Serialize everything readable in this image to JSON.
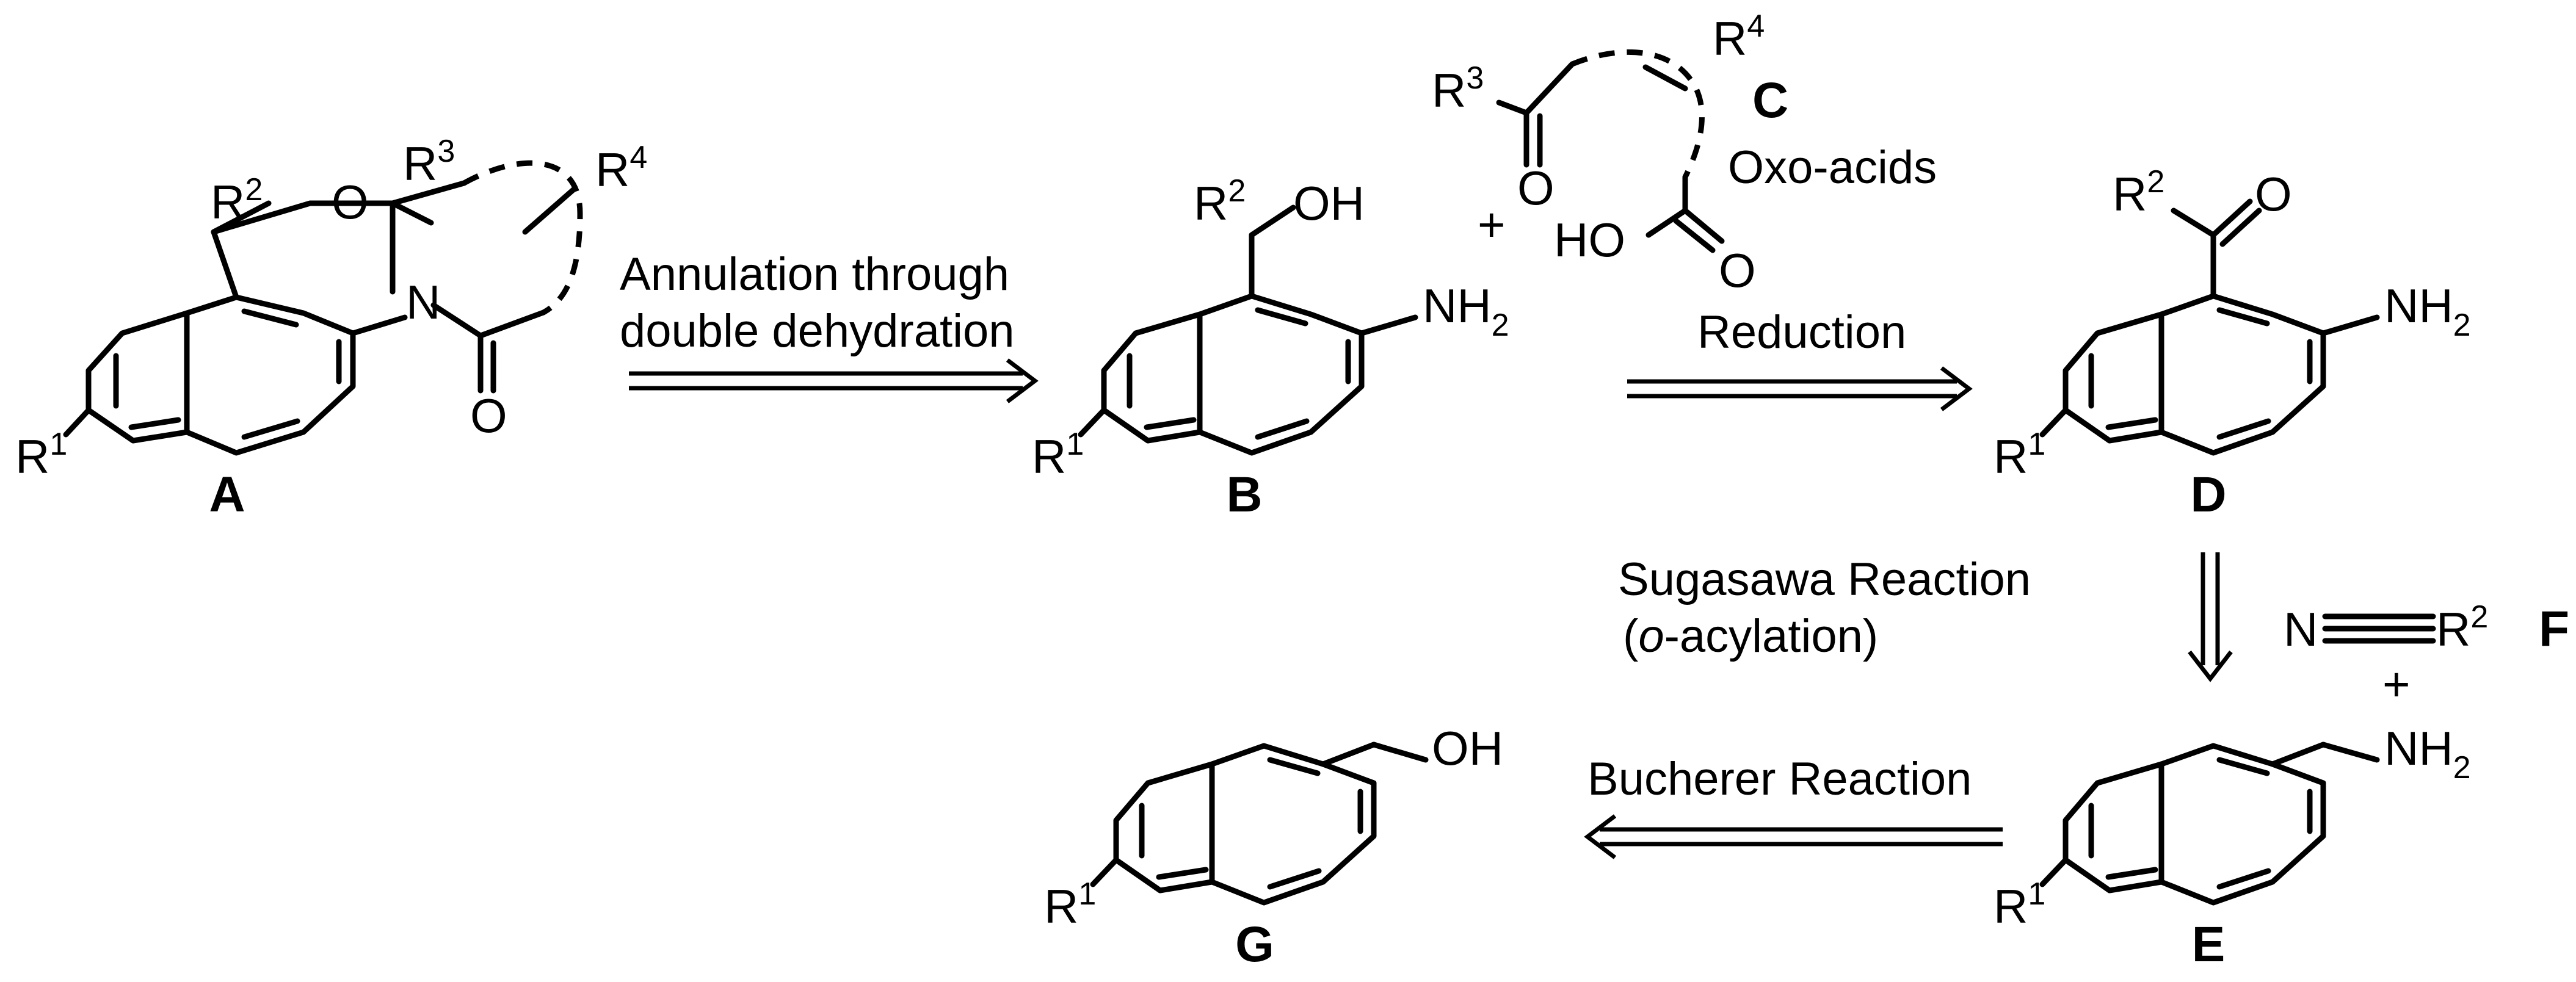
{
  "compounds": {
    "A": {
      "label": "A",
      "R1": "R",
      "R1_sup": "1",
      "R2": "R",
      "R2_sup": "2",
      "R3": "R",
      "R3_sup": "3",
      "R4": "R",
      "R4_sup": "4",
      "O_ring": "O",
      "N": "N",
      "O_carbonyl": "O"
    },
    "B": {
      "label": "B",
      "R1": "R",
      "R1_sup": "1",
      "R2": "R",
      "R2_sup": "2",
      "OH": "OH",
      "NH2": "NH",
      "NH2_sub": "2"
    },
    "C": {
      "label": "C",
      "name": "Oxo-acids",
      "R3": "R",
      "R3_sup": "3",
      "R4": "R",
      "R4_sup": "4",
      "O_keto": "O",
      "HO": "HO",
      "O_acid": "O"
    },
    "D": {
      "label": "D",
      "R1": "R",
      "R1_sup": "1",
      "R2": "R",
      "R2_sup": "2",
      "O": "O",
      "NH2": "NH",
      "NH2_sub": "2"
    },
    "E": {
      "label": "E",
      "R1": "R",
      "R1_sup": "1",
      "NH2": "NH",
      "NH2_sub": "2"
    },
    "F": {
      "label": "F",
      "N": "N",
      "R2": "R",
      "R2_sup": "2"
    },
    "G": {
      "label": "G",
      "R1": "R",
      "R1_sup": "1",
      "OH": "OH"
    }
  },
  "plus_signs": {
    "bc": "+",
    "ef": "+"
  },
  "reactions": {
    "annulation": {
      "line1": "Annulation through",
      "line2": "double dehydration"
    },
    "reduction": {
      "label": "Reduction"
    },
    "sugasawa": {
      "line1": "Sugasawa Reaction",
      "line2_open": "(",
      "line2_italic": "o",
      "line2_rest": "-acylation)"
    },
    "bucherer": {
      "label": "Bucherer Reaction"
    }
  }
}
